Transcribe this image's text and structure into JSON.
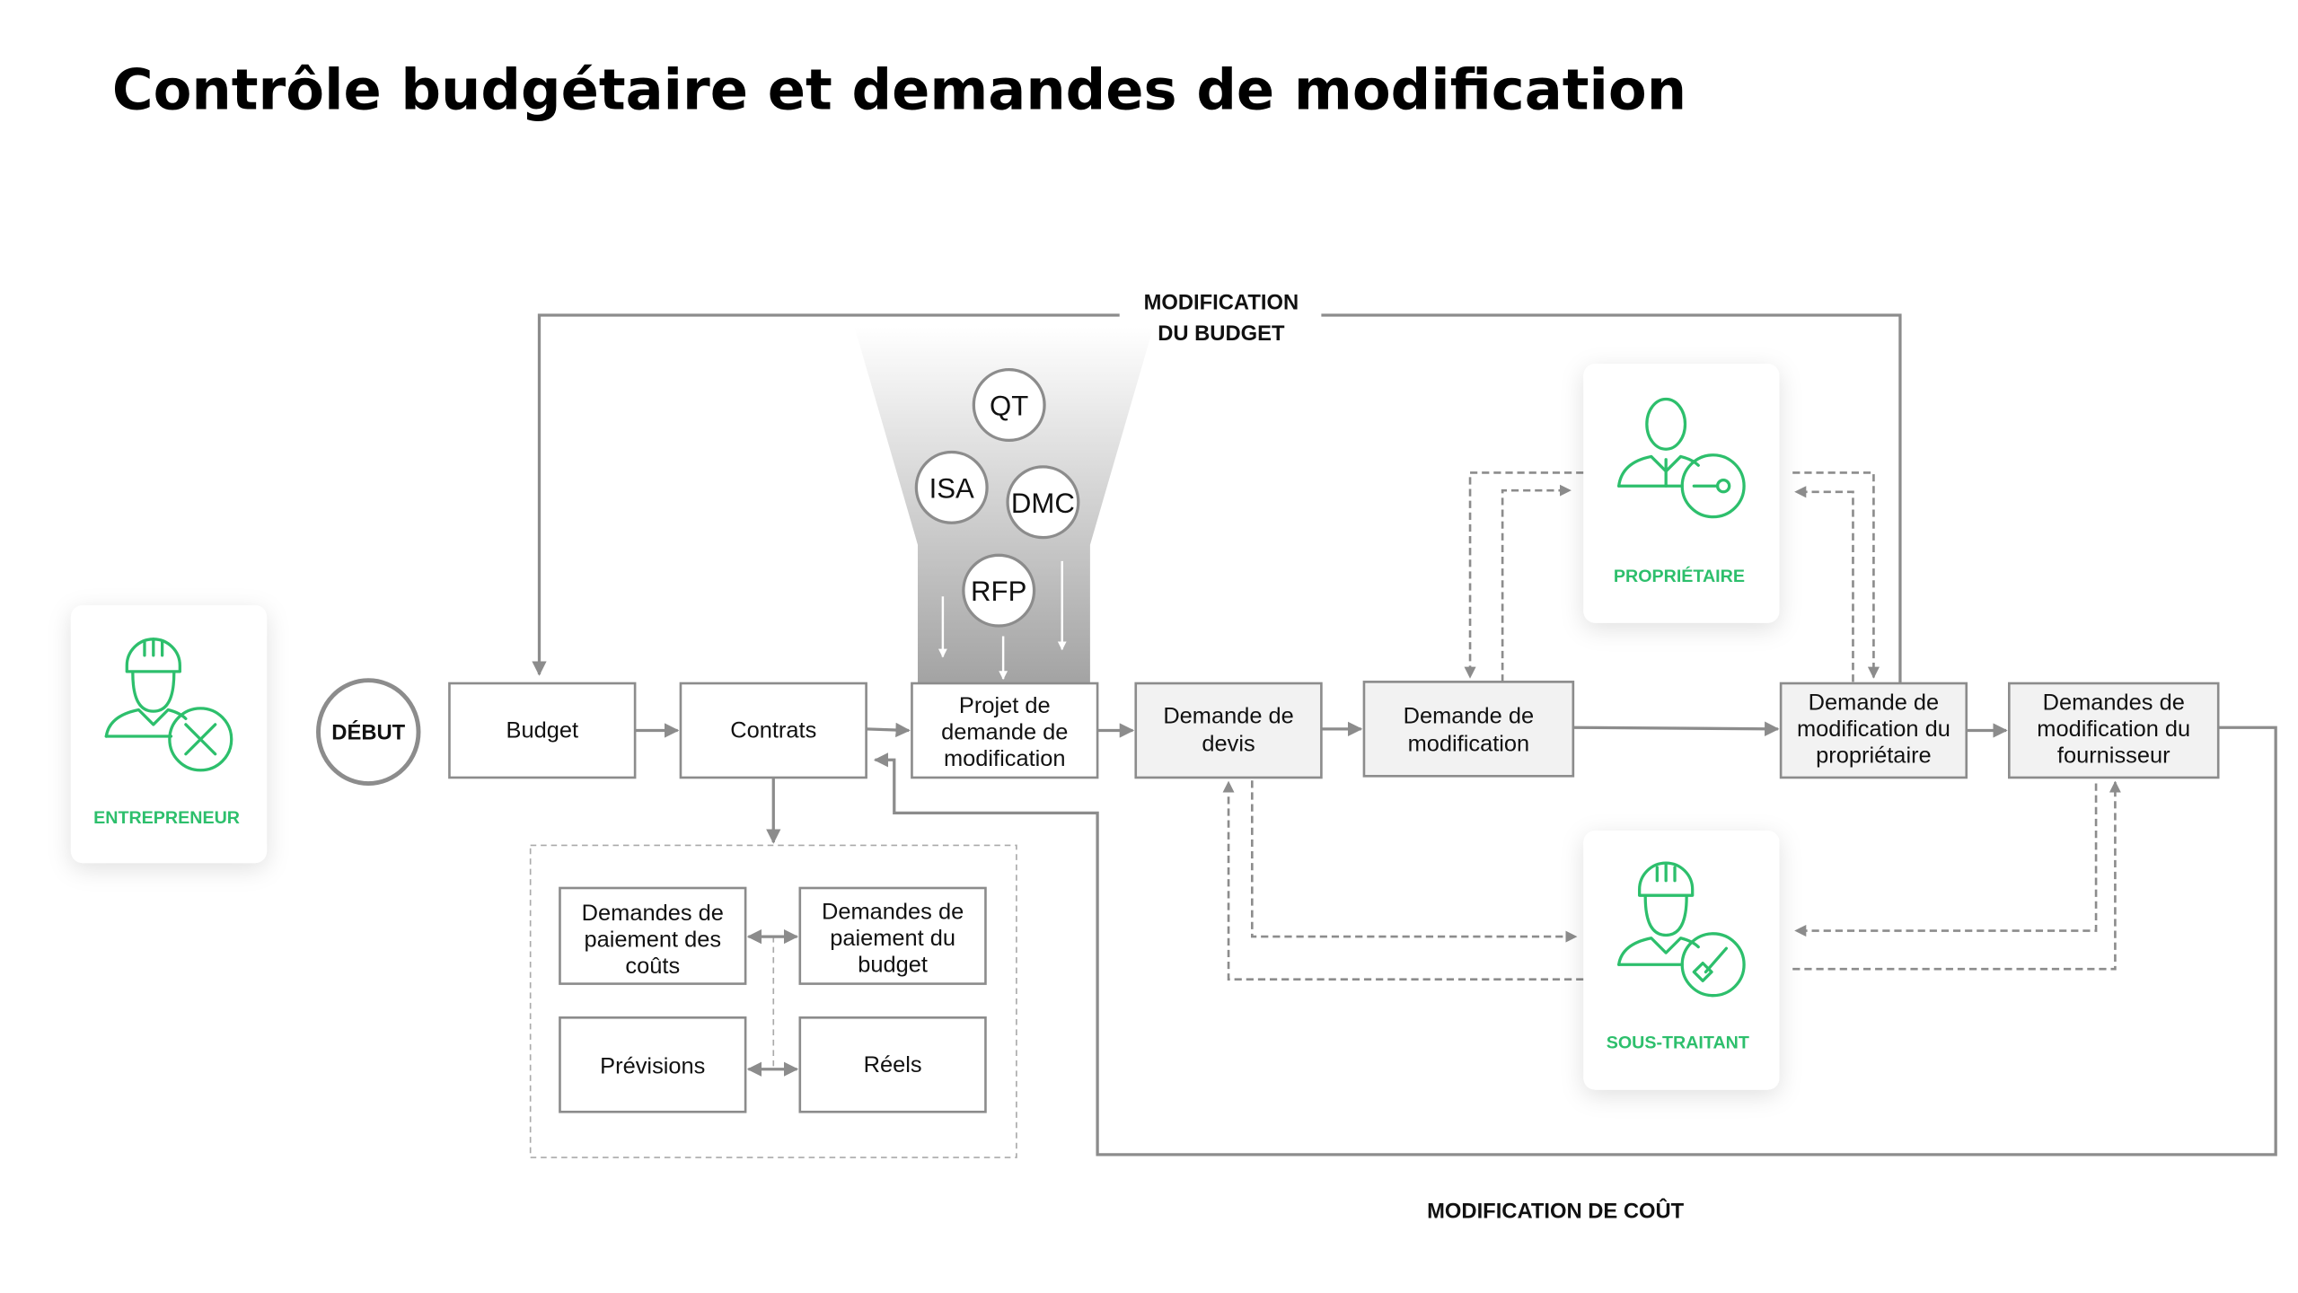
{
  "title": "Contrôle budgétaire et demandes de modification",
  "roles": {
    "entrepreneur": "ENTREPRENEUR",
    "proprietaire": "PROPRIÉTAIRE",
    "sous_traitant": "SOUS-TRAITANT"
  },
  "start": "DÉBUT",
  "boxes": {
    "budget": [
      "Budget"
    ],
    "contrats": [
      "Contrats"
    ],
    "projet": [
      "Projet de",
      "demande de",
      "modification"
    ],
    "devis": [
      "Demande de",
      "devis"
    ],
    "modification": [
      "Demande de",
      "modification"
    ],
    "proprietaire": [
      "Demande de",
      "modification du",
      "propriétaire"
    ],
    "fournisseur": [
      "Demandes de",
      "modification du",
      "fournisseur"
    ],
    "paiement_couts": [
      "Demandes de",
      "paiement des",
      "coûts"
    ],
    "paiement_budget": [
      "Demandes de",
      "paiement du",
      "budget"
    ],
    "previsions": [
      "Prévisions"
    ],
    "reels": [
      "Réels"
    ]
  },
  "funnel_items": [
    "QT",
    "ISA",
    "DMC",
    "RFP"
  ],
  "labels": {
    "budget_change": [
      "MODIFICATION",
      "DU BUDGET"
    ],
    "cost_change": "MODIFICATION DE COÛT"
  },
  "colors": {
    "accent": "#2dbf6c",
    "line": "#8c8c8c",
    "box_fill": "#f2f2f2"
  }
}
